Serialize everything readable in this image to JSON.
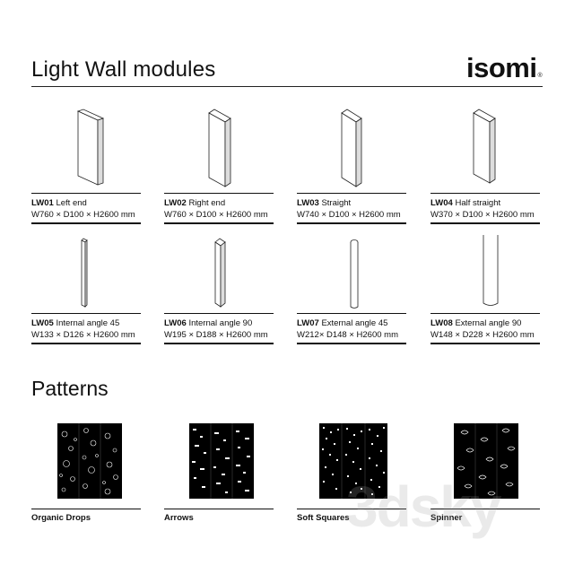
{
  "header": {
    "title": "Light Wall modules",
    "logo_text": "isomi",
    "logo_mark": "®"
  },
  "modules": [
    {
      "code": "LW01",
      "name": "Left end",
      "dims": "W760 × D100 × H2600 mm"
    },
    {
      "code": "LW02",
      "name": "Right end",
      "dims": "W760 × D100 × H2600 mm"
    },
    {
      "code": "LW03",
      "name": "Straight",
      "dims": "W740 × D100 × H2600 mm"
    },
    {
      "code": "LW04",
      "name": "Half straight",
      "dims": "W370 × D100 × H2600 mm"
    },
    {
      "code": "LW05",
      "name": "Internal angle 45",
      "dims": "W133 × D126 × H2600 mm"
    },
    {
      "code": "LW06",
      "name": "Internal angle 90",
      "dims": "W195 × D188 × H2600 mm"
    },
    {
      "code": "LW07",
      "name": "External angle 45",
      "dims": "W212× D148 × H2600 mm"
    },
    {
      "code": "LW08",
      "name": "External angle 90",
      "dims": "W148 × D228 × H2600 mm"
    }
  ],
  "patterns_section": {
    "title": "Patterns"
  },
  "patterns": [
    {
      "name": "Organic Drops"
    },
    {
      "name": "Arrows"
    },
    {
      "name": "Soft Squares"
    },
    {
      "name": "Spinner"
    }
  ],
  "watermark": "3dsky"
}
